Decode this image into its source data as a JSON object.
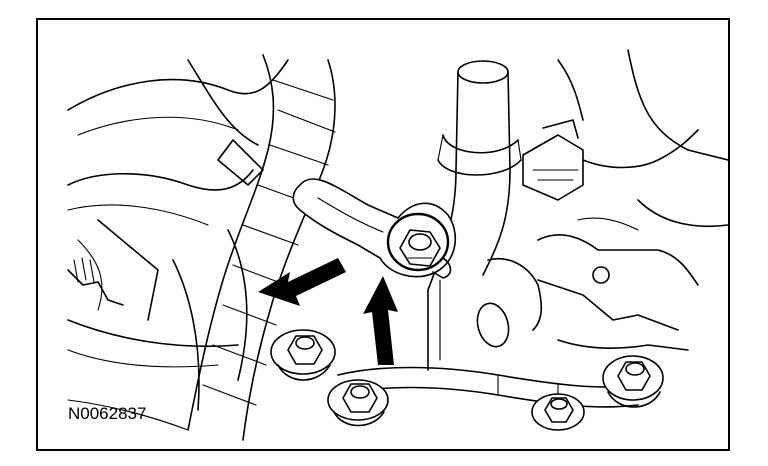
{
  "figure": {
    "id_label": "N0062837"
  },
  "icons": {
    "arrow_left": "arrow-pointing-to-bolt",
    "arrow_up": "arrow-pointing-to-bolt"
  }
}
